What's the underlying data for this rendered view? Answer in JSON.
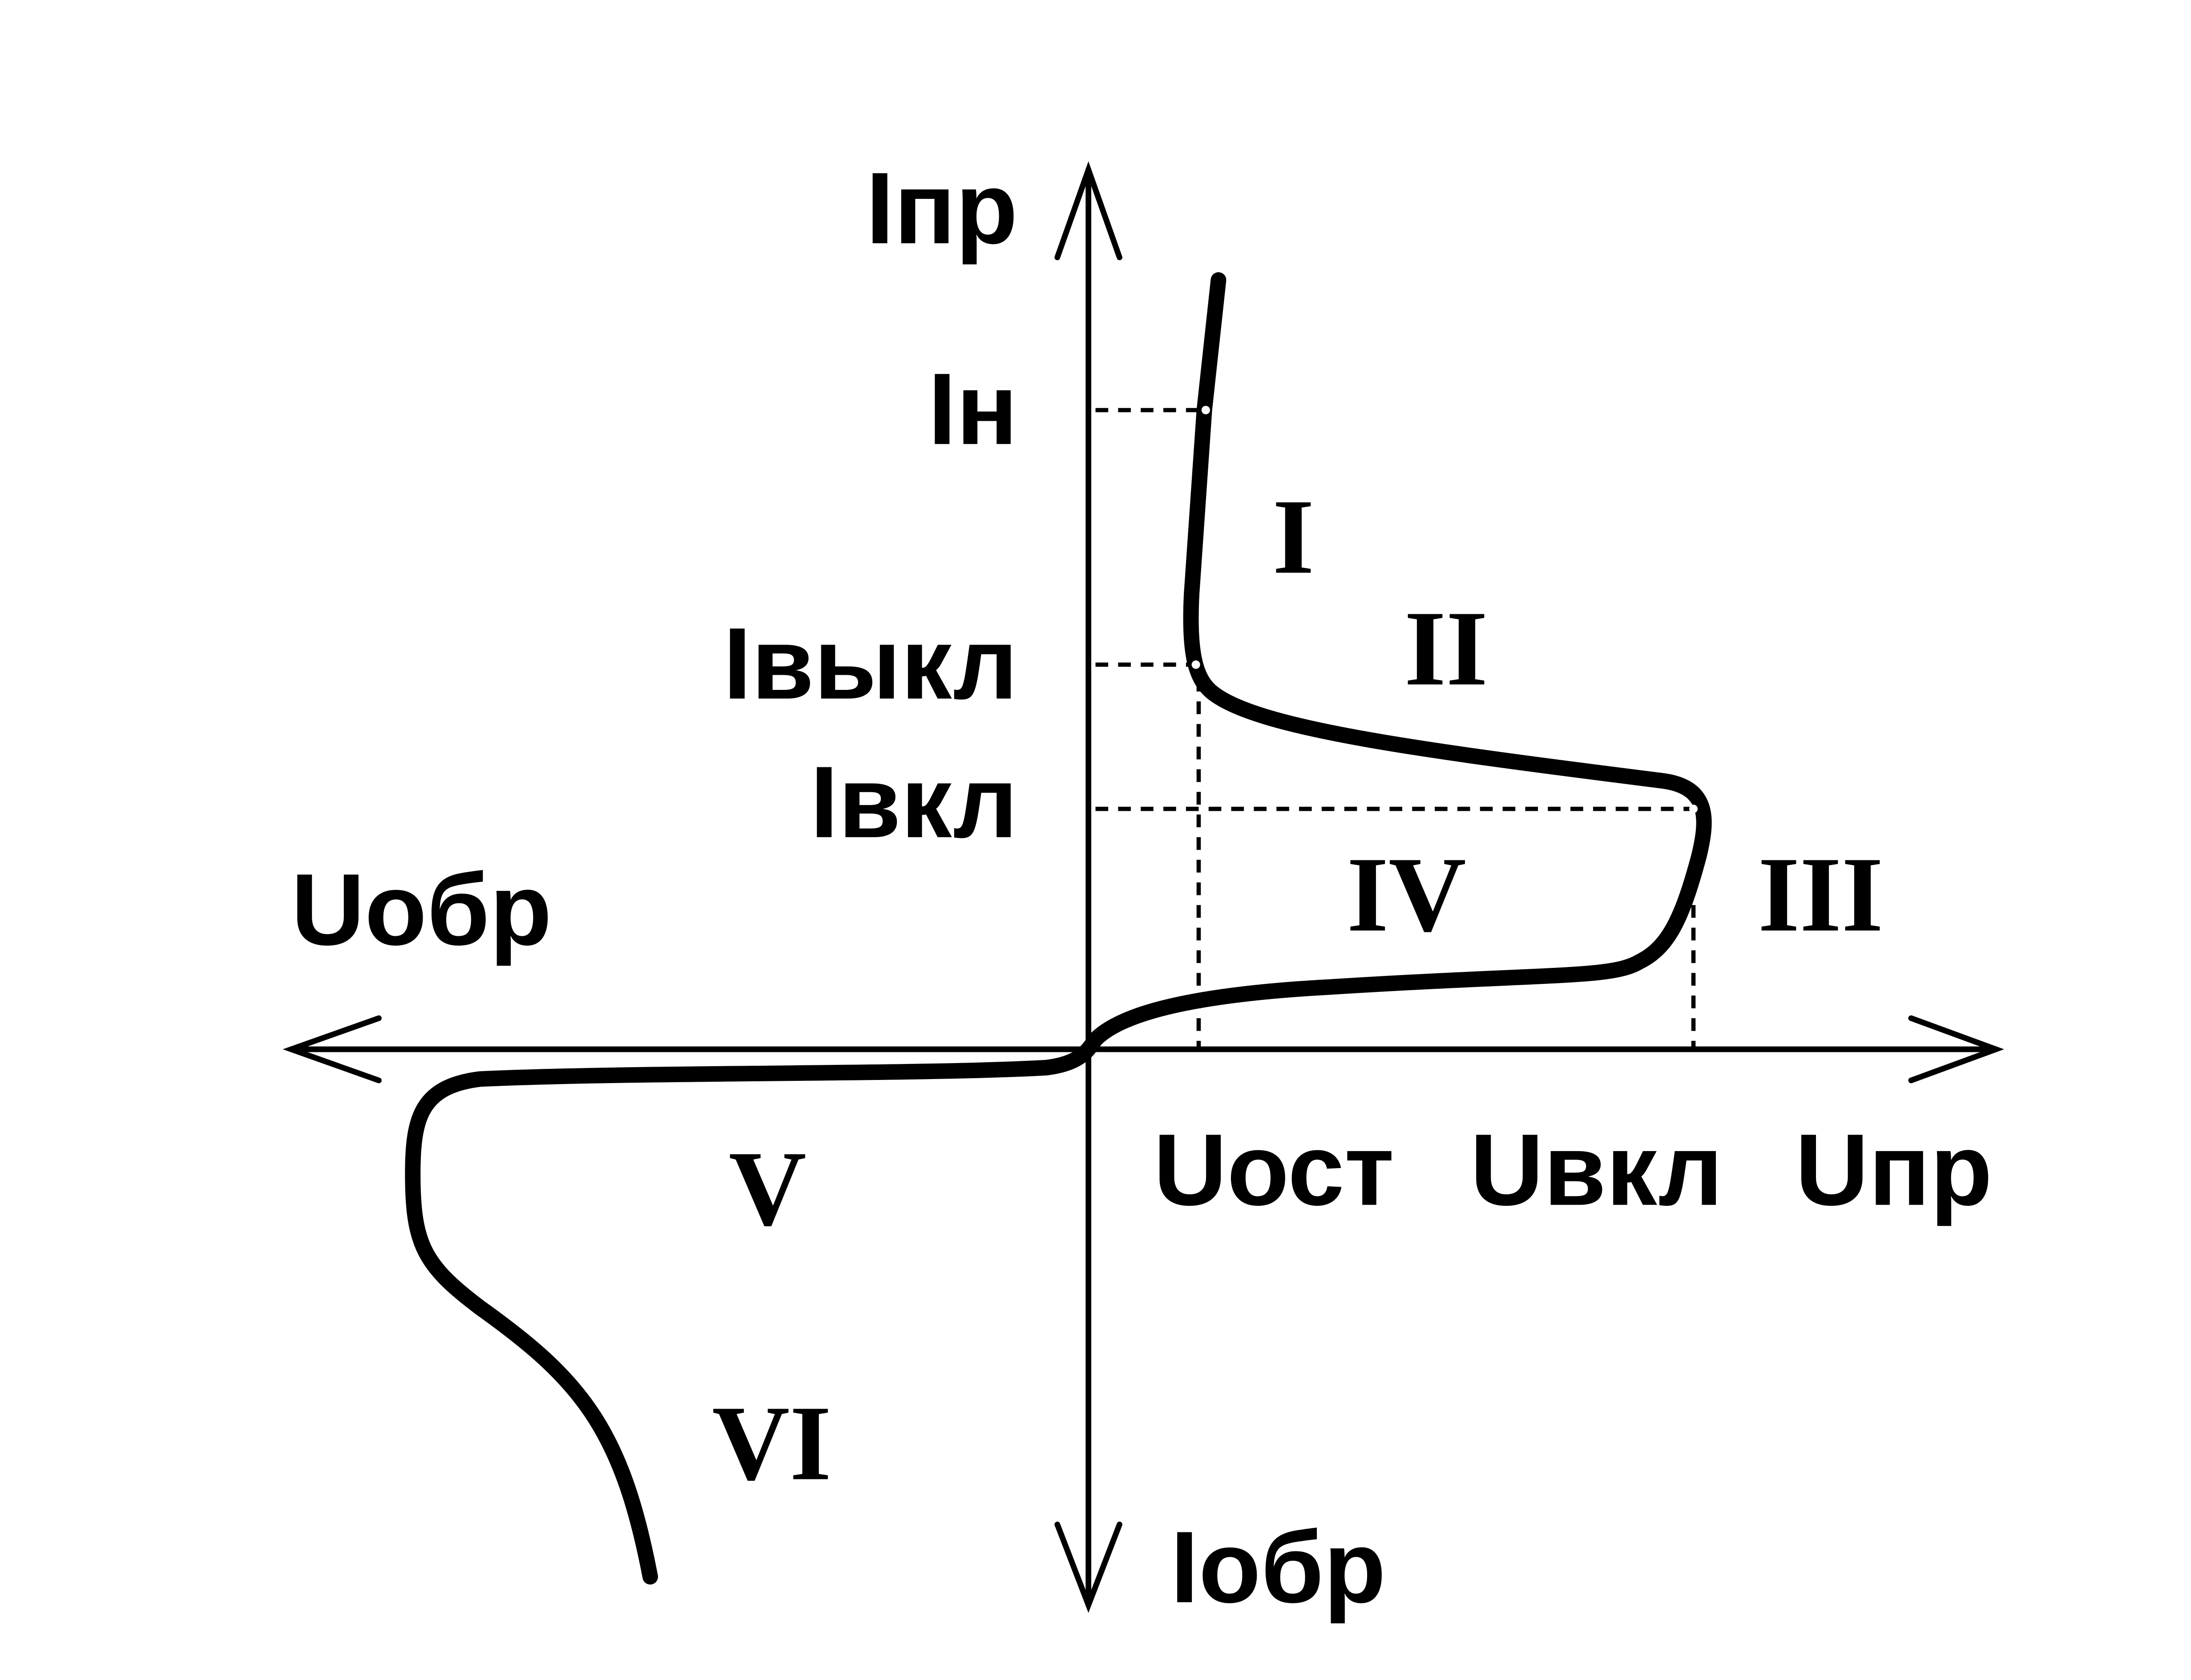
{
  "colors": {
    "background": "#ffffff",
    "ink": "#000000",
    "marker": "#ffffff"
  },
  "axes": {
    "forward_current": "Iпр",
    "reverse_current": "Iобр",
    "forward_voltage": "Uпр",
    "reverse_voltage": "Uобр"
  },
  "current_levels": {
    "holding": "Iн",
    "turn_off": "Iвыкл",
    "turn_on": "Iвкл"
  },
  "voltage_levels": {
    "residual": "Uост",
    "turn_on": "Uвкл"
  },
  "regions": {
    "r1": "I",
    "r2": "II",
    "r3": "III",
    "r4": "IV",
    "r5": "V",
    "r6": "VI"
  }
}
